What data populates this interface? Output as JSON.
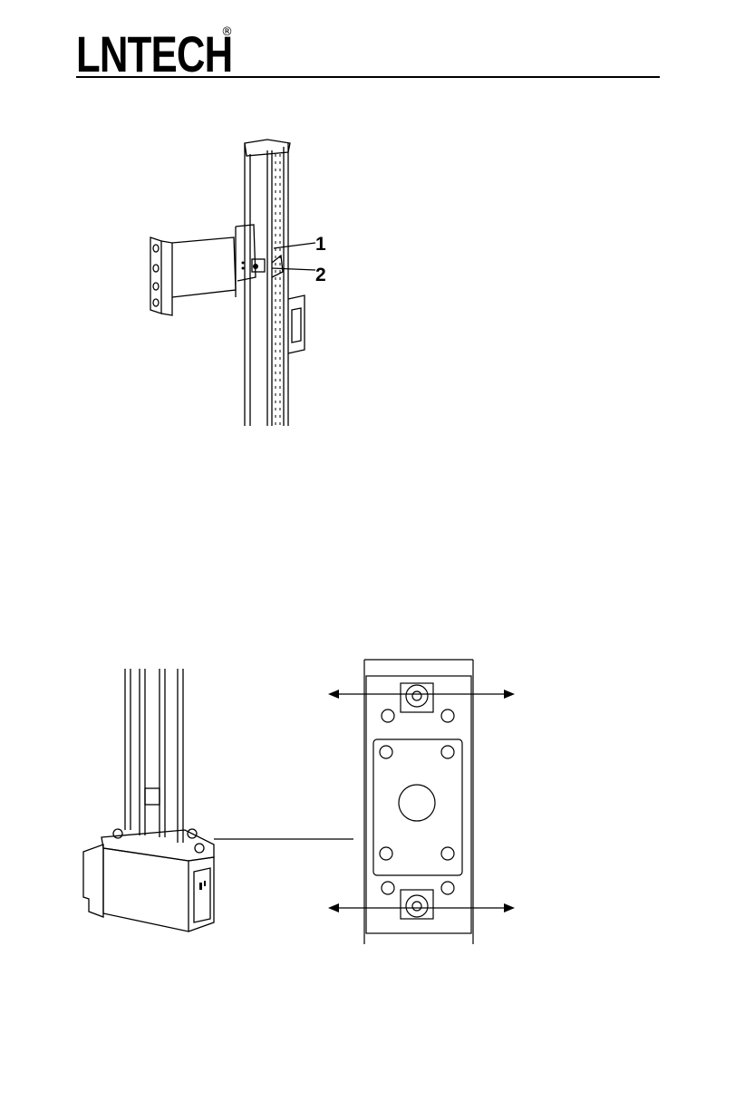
{
  "header": {
    "logo_text": "LNTECH",
    "registered_mark": "®"
  },
  "figure1": {
    "callouts": [
      "1",
      "2"
    ]
  },
  "figure2": {}
}
